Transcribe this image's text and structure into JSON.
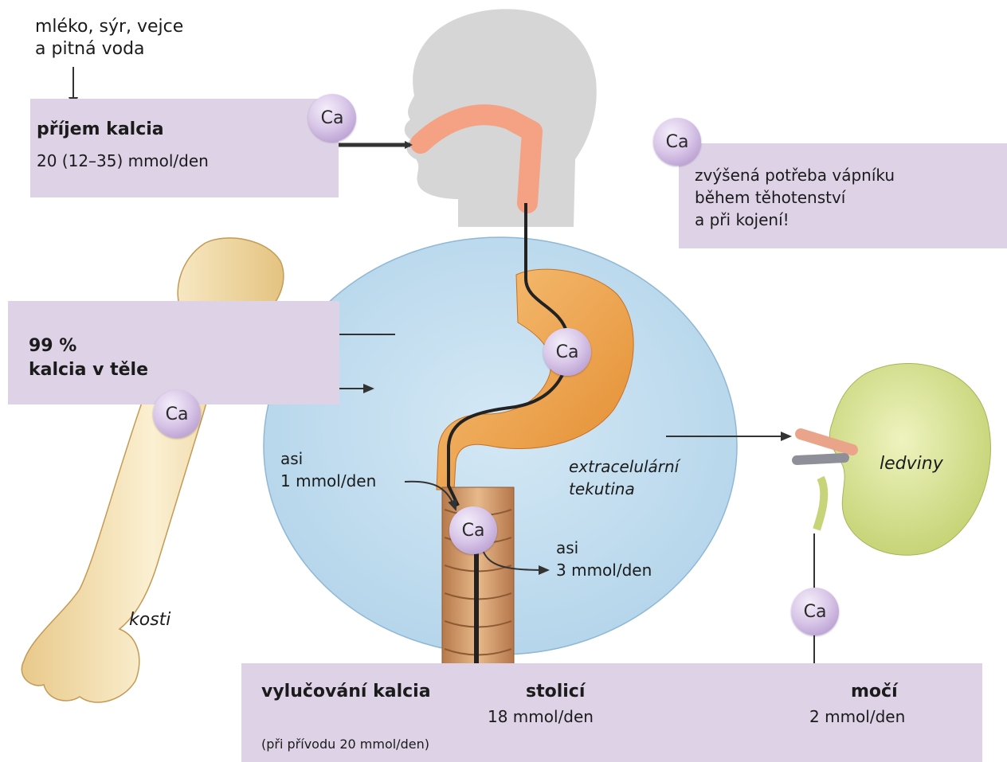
{
  "intake": {
    "sources_line1": "mléko, sýr, vejce",
    "sources_line2": "a pitná voda",
    "title": "příjem kalcia",
    "amount": "20 (12–35) mmol/den"
  },
  "pregnancy_note": {
    "line1": "zvýšená potřeba vápníku",
    "line2": "během těhotenství",
    "line3": "a při kojení!"
  },
  "bone": {
    "percent_line1": "99 %",
    "percent_line2": "kalcia v těle",
    "label": "kosti"
  },
  "ecf": {
    "label_line1": "extracelulární",
    "label_line2": "tekutina"
  },
  "intestine": {
    "secretion_line1": "asi",
    "secretion_line2": "1 mmol/den",
    "absorption_line1": "asi",
    "absorption_line2": "3 mmol/den"
  },
  "kidney": {
    "label": "ledviny"
  },
  "excretion": {
    "title": "vylučování kalcia",
    "note": "(při přívodu 20 mmol/den)",
    "stool_label": "stolicí",
    "stool_amount": "18 mmol/den",
    "urine_label": "močí",
    "urine_amount": "2 mmol/den"
  },
  "ca_label": "Ca",
  "colors": {
    "panel": "#ddd2e6",
    "ecf_circle": "#bcd9ec",
    "ca_ball": "#c9b3dd",
    "stomach": "#f1a64f",
    "esophagus": "#f5a98a",
    "kidney": "#d6e08d",
    "bone": "#f3dfb0"
  }
}
